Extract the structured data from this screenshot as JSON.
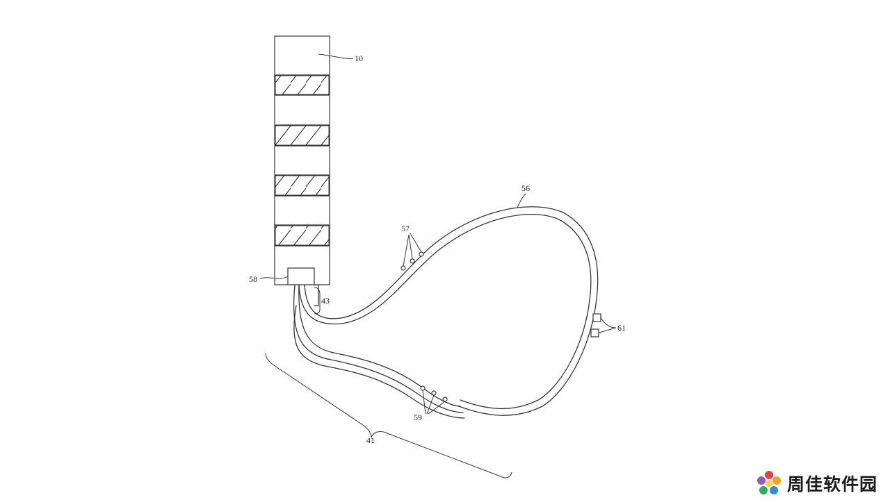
{
  "labels": {
    "ref_10": "10",
    "ref_56": "56",
    "ref_57": "57",
    "ref_58": "58",
    "ref_43": "43",
    "ref_61": "61",
    "ref_59": "59",
    "ref_41": "41"
  },
  "watermark": {
    "text": "周佳软件园",
    "icon": "flower-logo-icon"
  }
}
